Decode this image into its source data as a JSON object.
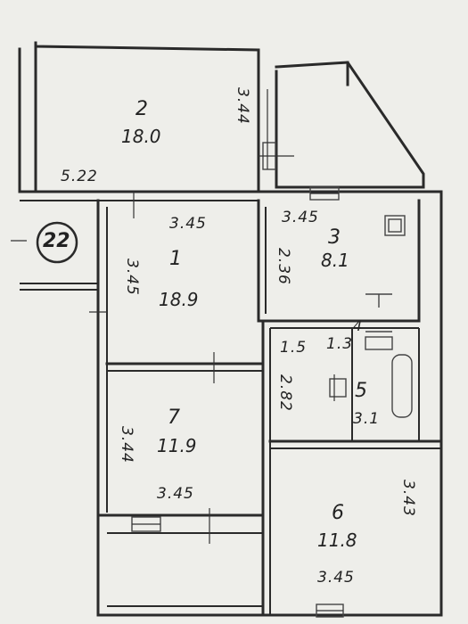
{
  "circle_label": "22",
  "rooms": {
    "r2": {
      "number": "2",
      "area": "18.0",
      "dim_h": "5.22",
      "dim_v": "3.44"
    },
    "r1": {
      "number": "1",
      "area": "18.9",
      "dim_h": "3.45",
      "dim_v": "3.45"
    },
    "r3": {
      "number": "3",
      "area": "8.1",
      "dim_h": "3.45",
      "dim_v": "2.36"
    },
    "r4": {
      "number": "4",
      "dim_h": "1.5",
      "dim_v": "1.3"
    },
    "r5": {
      "number": "5",
      "dim_h": "3.1",
      "dim_v": "2.82"
    },
    "r7": {
      "number": "7",
      "area": "11.9",
      "dim_h": "3.45",
      "dim_v": "3.44"
    },
    "r6": {
      "number": "6",
      "area": "11.8",
      "dim_h": "3.45",
      "dim_v": "3.43"
    }
  }
}
